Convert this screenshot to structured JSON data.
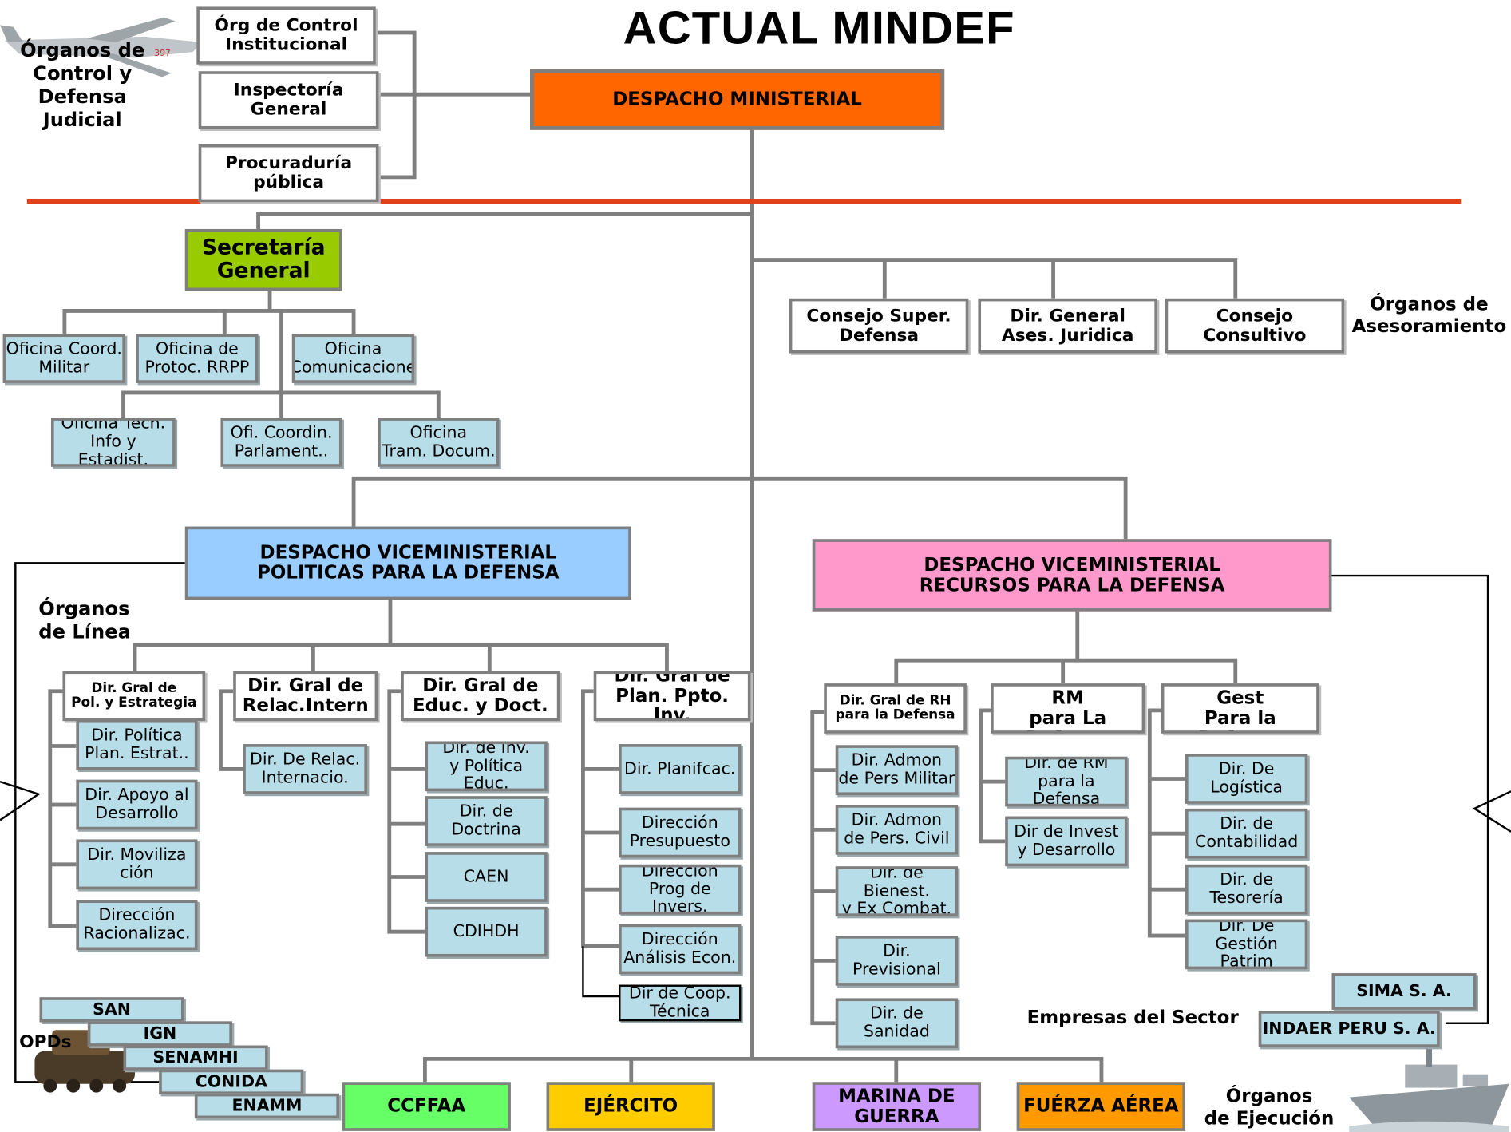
{
  "title": "ACTUAL MINDEF",
  "colors": {
    "despacho": "#ff6600",
    "secretaria": "#99cc00",
    "vm_politicas": "#99ccff",
    "vm_recursos": "#ff99cc",
    "office_fill": "#b7dde8",
    "ccffaa": "#66ff66",
    "ejercito": "#ffcc00",
    "marina": "#cc99ff",
    "fuerza_aerea": "#ff9900",
    "divider": "#e0401a",
    "connector": "#7f7f7f"
  },
  "icons": {
    "top_left": "military-aircraft-icon",
    "bottom_left": "tank-icon",
    "bottom_right": "warship-icon"
  },
  "labels": {
    "control": "Órganos de\nControl y\nDefensa\nJudicial",
    "asesoramiento": "Órganos de\nAsesoramiento",
    "linea": "Órganos\nde Línea",
    "opds": "OPDs",
    "empresas": "Empresas del Sector",
    "ejecucion": "Órganos\nde Ejecución"
  },
  "control": {
    "org_control": "Órg de Control\nInstitucional",
    "inspectoria": "Inspectoría\nGeneral",
    "procuraduria": "Procuraduría\npública"
  },
  "despacho": "DESPACHO MINISTERIAL",
  "secretaria": {
    "title": "Secretaría\nGeneral",
    "offices": [
      "Oficina Coord.\nMilitar",
      "Oficina de\nProtoc. RRPP",
      "Oficina\nComunicacione",
      "Oficina Tecn.\nInfo y Estadist.",
      "Ofi. Coordin.\nParlament..",
      "Oficina\nTram. Docum."
    ]
  },
  "asesoramiento": [
    "Consejo Super.\nDefensa",
    "Dir. General\nAses. Juridica",
    "Consejo\nConsultivo"
  ],
  "vm_politicas": {
    "title": "DESPACHO VICEMINISTERIAL\nPOLITICAS PARA LA DEFENSA",
    "groups": [
      {
        "head": "Dir. Gral de\nPol. y Estrategia",
        "items": [
          "Dir. Política\nPlan. Estrat..",
          "Dir. Apoyo al\nDesarrollo",
          "Dir. Moviliza\nción",
          "Dirección\nRacionalizac."
        ]
      },
      {
        "head": "Dir. Gral de\nRelac.Intern",
        "items": [
          "Dir. De Relac.\nInternacio."
        ]
      },
      {
        "head": "Dir. Gral de\nEduc. y Doct.",
        "items": [
          "Dir. de Inv.\ny Política Educ.",
          "Dir. de Doctrina",
          "CAEN",
          "CDIHDH"
        ]
      },
      {
        "head": "Dir. Gral de\nPlan. Ppto. Inv.",
        "items": [
          "Dir. Planifcac.",
          "Dirección\nPresupuesto",
          "Dirección\nProg de Invers.",
          "Dirección\nAnálisis Econ.",
          "Dir de Coop.\nTécnica"
        ]
      }
    ]
  },
  "vm_recursos": {
    "title": "DESPACHO VICEMINISTERIAL\nRECURSOS PARA LA DEFENSA",
    "groups": [
      {
        "head": "Dir. Gral de RH\npara la Defensa",
        "items": [
          "Dir. Admon\nde Pers Militar",
          "Dir. Admon\nde Pers. Civil",
          "Dir. de Bienest.\ny Ex Combat.",
          "Dir.\nPrevisional",
          "Dir. de\nSanidad"
        ]
      },
      {
        "head": "Dir. Gral de RM\npara La Defensa",
        "items": [
          "Dir. de RM\npara la Defensa",
          "Dir de Invest\ny Desarrollo"
        ]
      },
      {
        "head": "Dir. Gral de  Gest\nPara la Defensa",
        "items": [
          "Dir. De\nLogística",
          "Dir. de\nContabilidad",
          "Dir. de\nTesorería",
          "Dir. De\nGestión Patrim"
        ]
      }
    ]
  },
  "opds": [
    "SAN",
    "IGN",
    "SENAMHI",
    "CONIDA",
    "ENAMM"
  ],
  "empresas": [
    "SIMA  S. A.",
    "INDAER PERU S. A."
  ],
  "ejecucion": [
    "CCFFAA",
    "EJÉRCITO",
    "MARINA DE\nGUERRA",
    "FUÉRZA AÉREA"
  ]
}
